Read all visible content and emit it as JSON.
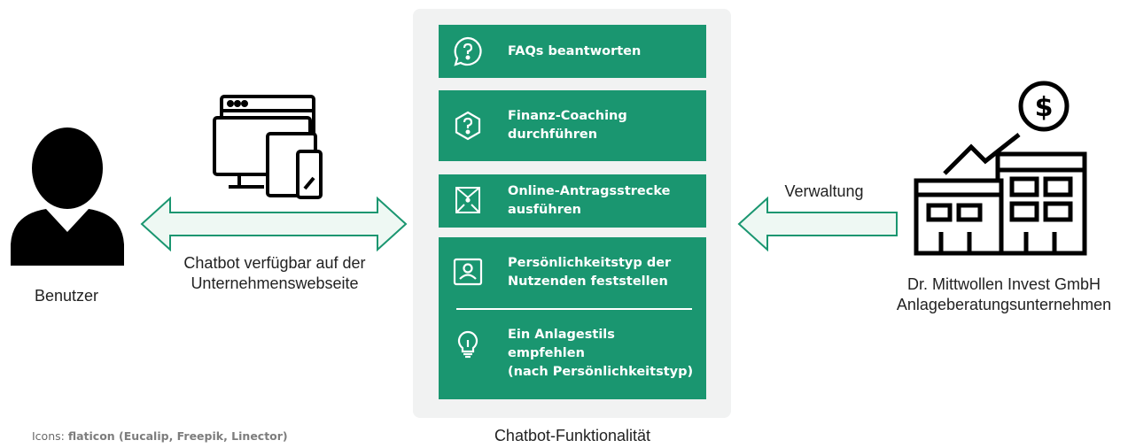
{
  "user": {
    "label": "Benutzer"
  },
  "channel": {
    "line1": "Chatbot verfügbar auf der",
    "line2": "Unternehmenswebseite"
  },
  "functions": {
    "title": "Chatbot-Funktionalität",
    "items": [
      {
        "lines": [
          "FAQs beantworten"
        ],
        "icon": "question-bubble-icon"
      },
      {
        "lines": [
          "Finanz-Coaching",
          "durchführen"
        ],
        "icon": "question-hexagon-icon"
      },
      {
        "lines": [
          "Online-Antragsstrecke",
          "ausführen"
        ],
        "icon": "envelope-icon"
      },
      {
        "lines": [
          "Persönlichkeitstyp  der",
          "Nutzenden feststellen"
        ],
        "icon": "profile-card-icon"
      },
      {
        "lines": [
          "Ein Anlagestils",
          "empfehlen",
          "(nach Persönlichkeitstyp)"
        ],
        "icon": "lightbulb-icon"
      }
    ]
  },
  "company": {
    "arrow_label": "Verwaltung",
    "name_line1": "Dr. Mittwollen Invest GmbH",
    "name_line2": "Anlageberatungsunternehmen"
  },
  "credit": {
    "prefix": "Icons:",
    "text": "flaticon (Eucalip, Freepik, Linector)"
  },
  "colors": {
    "card": "#1a9670",
    "arrow_fill": "#eef8f3",
    "arrow_stroke": "#1a9670",
    "panel": "#f1f2f2"
  }
}
